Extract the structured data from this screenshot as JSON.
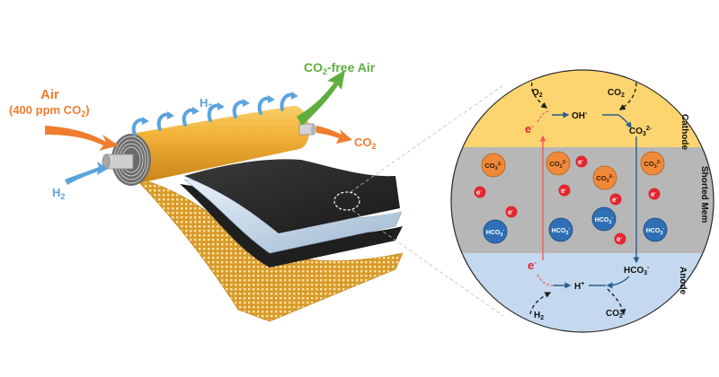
{
  "left": {
    "air_label": "Air",
    "air_sub_prefix": "(400 ppm CO",
    "air_sub_subscript": "2",
    "air_sub_suffix": ")",
    "h2_in_main": "H",
    "h2_in_sub": "2",
    "h2_top_main": "H",
    "h2_top_sub": "2",
    "co2_free_main": "CO",
    "co2_free_sub": "2",
    "co2_free_suffix": "-free Air",
    "co2_out_main": "CO",
    "co2_out_sub": "2"
  },
  "circle": {
    "zones": {
      "cathode": "Cathode",
      "membrane": "Shorted Mem",
      "anode": "Anode"
    },
    "cathode": {
      "o2_main": "O",
      "o2_sub": "2",
      "co2_main": "CO",
      "co2_sub": "2",
      "oh_main": "OH",
      "oh_sup": "-",
      "co3_main": "CO",
      "co3_sub": "3",
      "co3_sup": "2-",
      "electron_main": "e",
      "electron_sup": "-"
    },
    "anode": {
      "h2_main": "H",
      "h2_sub": "2",
      "co2_main": "CO",
      "co2_sub": "2",
      "hplus_main": "H",
      "hplus_sup": "+",
      "hco3_main": "HCO",
      "hco3_sub": "3",
      "hco3_sup": "-",
      "electron_main": "e",
      "electron_sup": "-"
    },
    "membrane_ions": {
      "carbonate_main": "CO",
      "carbonate_sub": "3",
      "carbonate_sup": "2-",
      "bicarbonate_main": "HCO",
      "bicarbonate_sub": "3",
      "bicarbonate_sup": "-",
      "electron_main": "e",
      "electron_sup": "-"
    }
  },
  "colors": {
    "orange": "#f07d2e",
    "blue_arrow": "#5ba3dd",
    "green": "#5fae3e",
    "cathode_zone": "#fcd570",
    "membrane_zone": "#b7b7b7",
    "anode_zone": "#c4d9ef",
    "carbonate_ion": "#f08a3a",
    "bicarbonate_ion": "#2e6fb5",
    "electron": "#e3262f",
    "electron_path": "#f05a5a",
    "ion_path": "#2a5d8a",
    "cylinder": "#f2b33d"
  }
}
